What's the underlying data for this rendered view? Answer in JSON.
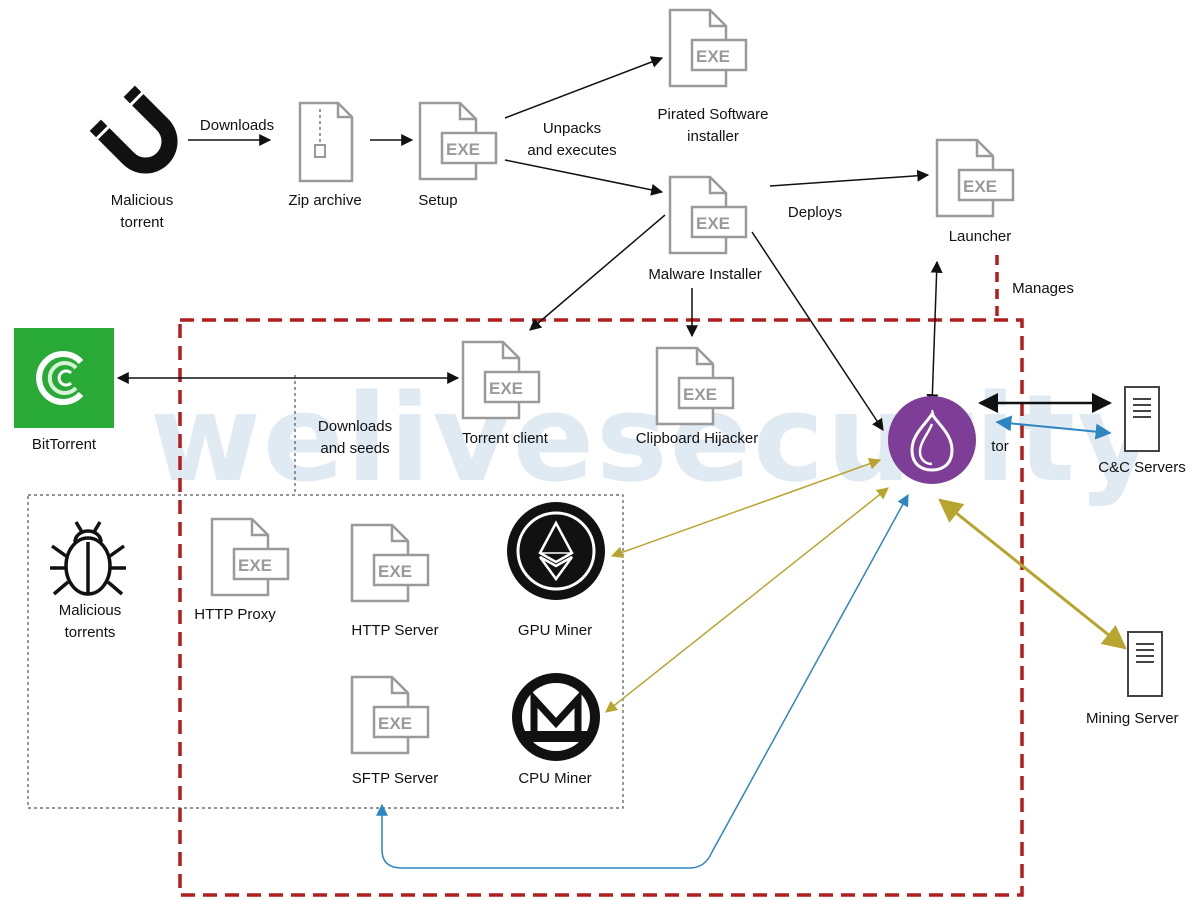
{
  "watermark": "welivesecurity",
  "colors": {
    "dashed_red": "#b11e1e",
    "tor_purple": "#7e3d96",
    "bittorrent_green": "#29a935",
    "yellow_link": "#b8a530",
    "blue_link": "#2e86c1",
    "exe_gray": "#9a9a9a"
  },
  "nodes": {
    "malicious_torrent": {
      "label1": "Malicious",
      "label2": "torrent",
      "icon": "magnet-icon"
    },
    "zip_archive": {
      "label": "Zip archive",
      "icon": "zip-file-icon"
    },
    "setup": {
      "label": "Setup",
      "icon": "exe-file-icon"
    },
    "pirated_installer": {
      "label1": "Pirated Software",
      "label2": "installer",
      "icon": "exe-file-icon"
    },
    "malware_installer": {
      "label": "Malware Installer",
      "icon": "exe-file-icon"
    },
    "launcher": {
      "label": "Launcher",
      "icon": "exe-file-icon"
    },
    "bittorrent": {
      "label": "BitTorrent",
      "icon": "bittorrent-logo-icon"
    },
    "torrent_client": {
      "label": "Torrent client",
      "icon": "exe-file-icon"
    },
    "clipboard_hijacker": {
      "label": "Clipboard Hijacker",
      "icon": "exe-file-icon"
    },
    "tor": {
      "label": "tor",
      "icon": "tor-onion-icon"
    },
    "cc_servers": {
      "label": "C&C Servers",
      "icon": "server-icon"
    },
    "malicious_torrents": {
      "label1": "Malicious",
      "label2": "torrents",
      "icon": "bug-icon"
    },
    "http_proxy": {
      "label": "HTTP Proxy",
      "icon": "exe-file-icon"
    },
    "http_server": {
      "label": "HTTP Server",
      "icon": "exe-file-icon"
    },
    "gpu_miner": {
      "label": "GPU Miner",
      "icon": "ethereum-icon"
    },
    "sftp_server": {
      "label": "SFTP Server",
      "icon": "exe-file-icon"
    },
    "cpu_miner": {
      "label": "CPU Miner",
      "icon": "monero-icon"
    },
    "mining_server": {
      "label": "Mining Server",
      "icon": "server-icon"
    }
  },
  "edges": {
    "downloads": "Downloads",
    "unpacks1": "Unpacks",
    "unpacks2": "and executes",
    "deploys": "Deploys",
    "manages": "Manages",
    "seeds1": "Downloads",
    "seeds2": "and seeds"
  },
  "exe_text": "EXE"
}
